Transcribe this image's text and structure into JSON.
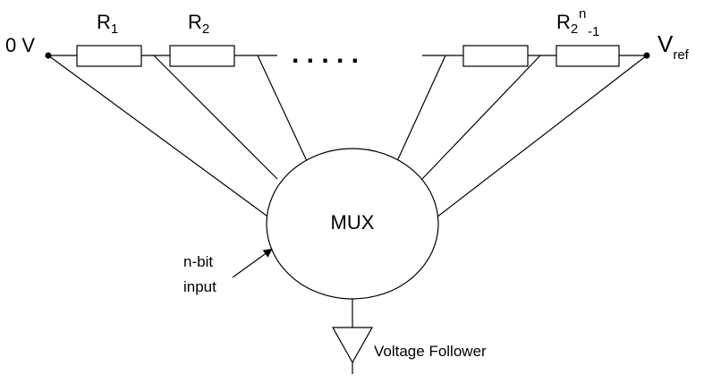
{
  "labels": {
    "zero_volt": "0 V",
    "r1_main": "R",
    "r1_sub": "1",
    "r2_main": "R",
    "r2_sub": "2",
    "rn_main": "R",
    "rn_sub": "2",
    "rn_sup": "n",
    "rn_tail": "-1",
    "vref_main": "V",
    "vref_sub": "ref",
    "ellipsis": ". . . . .",
    "mux": "MUX",
    "input_line1": "n-bit",
    "input_line2": "input",
    "follower": "Voltage Follower"
  },
  "colors": {
    "stroke": "#000000",
    "background": "#ffffff"
  }
}
